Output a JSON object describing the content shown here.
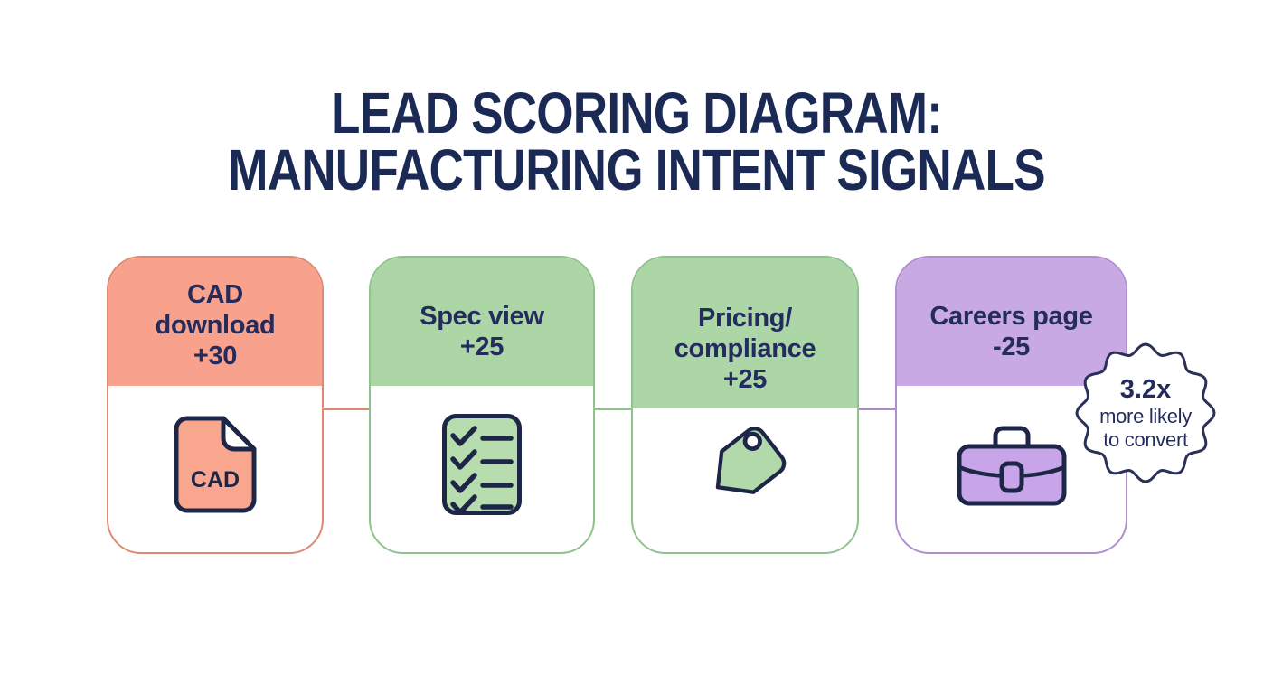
{
  "title": {
    "line1": "LEAD SCORING DIAGRAM:",
    "line2": "MANUFACTURING INTENT SIGNALS"
  },
  "cards": [
    {
      "id": "cad-download",
      "label": "CAD\ndownload",
      "score": "+30",
      "icon": "cad-file-icon",
      "icon_text": "CAD",
      "header_color": "#f8a18c",
      "border_color": "#dc8b72"
    },
    {
      "id": "spec-view",
      "label": "Spec view",
      "score": "+25",
      "icon": "checklist-icon",
      "header_color": "#acd6a6",
      "border_color": "#90c28e"
    },
    {
      "id": "pricing-compliance",
      "label": "Pricing/\ncompliance",
      "score": "+25",
      "icon": "price-tag-icon",
      "header_color": "#acd6a6",
      "border_color": "#90c28e"
    },
    {
      "id": "careers-page",
      "label": "Careers page",
      "score": "-25",
      "icon": "briefcase-icon",
      "header_color": "#c9a9e3",
      "border_color": "#b18fce"
    }
  ],
  "badge": {
    "value": "3.2x",
    "subtext": "more likely\nto convert"
  },
  "colors": {
    "background": "#ffffff",
    "title_text": "#1b2a55",
    "card_text": "#232c5c",
    "icon_outline": "#1d2647",
    "badge_outline": "#2a3158",
    "badge_fill": "#ffffff",
    "connector_salmon": "#dc8b72",
    "connector_green": "#90c28e",
    "connector_purple": "#ab8cc9"
  }
}
